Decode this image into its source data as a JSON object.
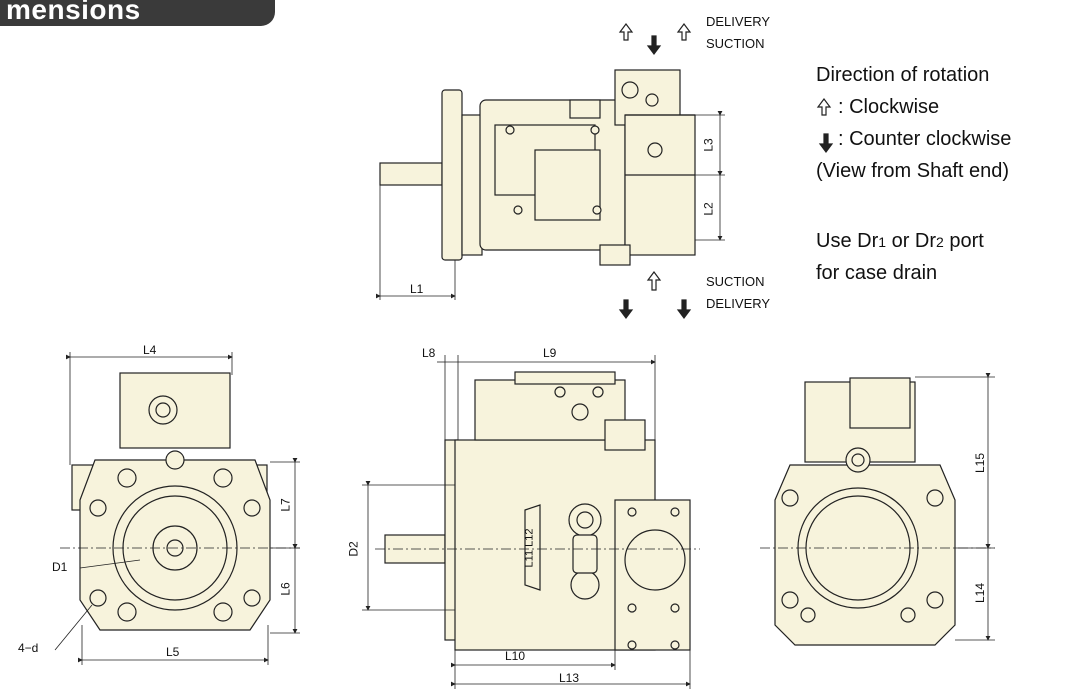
{
  "header": {
    "title": "mensions"
  },
  "ports": {
    "top_delivery": "DELIVERY",
    "top_suction": "SUCTION",
    "bottom_suction": "SUCTION",
    "bottom_delivery": "DELIVERY"
  },
  "notes": {
    "rotation_title": "Direction of rotation",
    "clockwise": ": Clockwise",
    "counter_clockwise": ": Counter clockwise",
    "view_note": "(View from Shaft end)",
    "drain_use": "Use Dr",
    "drain_1": "1",
    "drain_or": " or Dr",
    "drain_2": "2",
    "drain_port": " port",
    "drain_line2": "for case drain"
  },
  "dimensions": {
    "L1": "L1",
    "L2": "L2",
    "L3": "L3",
    "L4": "L4",
    "L5": "L5",
    "L6": "L6",
    "L7": "L7",
    "L8": "L8",
    "L9": "L9",
    "L10": "L10",
    "L13": "L13",
    "L14": "L14",
    "L15": "L15",
    "D1": "D1",
    "D2": "D2",
    "holes": "4−d",
    "body_mark": "L11 L12"
  },
  "colors": {
    "body": "#f7f3dc",
    "line": "#222222",
    "header": "#3a3a3a"
  }
}
